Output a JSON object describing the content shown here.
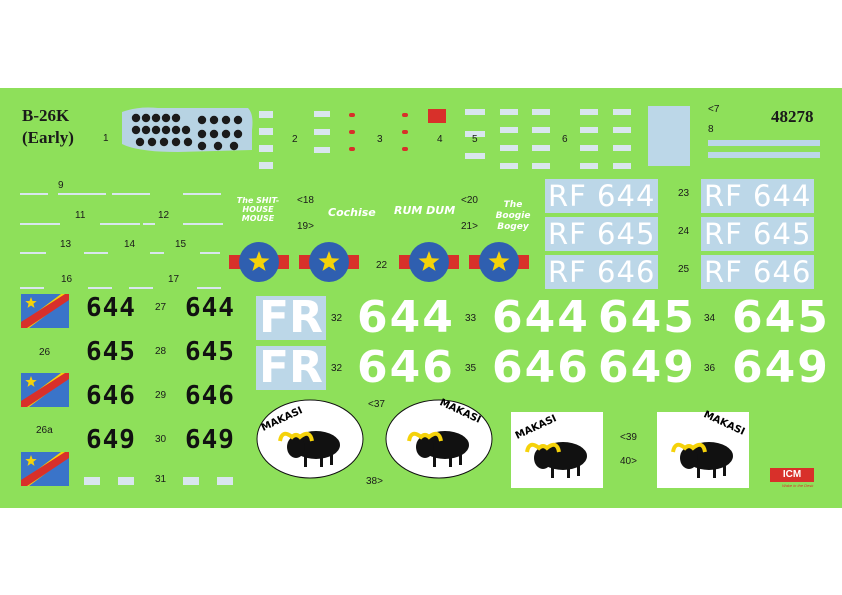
{
  "header": {
    "title_line1": "B-26K",
    "title_line2": "(Early)",
    "code": "48278"
  },
  "labels": {
    "n1": "1",
    "n2": "2",
    "n3": "3",
    "n4": "4",
    "n5": "5",
    "n6": "6",
    "n7": "<7",
    "n8": "8",
    "n9": "9",
    "n11": "11",
    "n12": "12",
    "n13": "13",
    "n14": "14",
    "n15": "15",
    "n16": "16",
    "n17": "17",
    "n18": "<18",
    "n19": "19>",
    "n20": "<20",
    "n21": "21>",
    "n22": "22",
    "n23": "23",
    "n24": "24",
    "n25": "25",
    "n26": "26",
    "n26a": "26a",
    "n27": "27",
    "n28": "28",
    "n29": "29",
    "n30": "30",
    "n31": "31",
    "n32a": "32",
    "n32b": "32",
    "n33": "33",
    "n34": "34",
    "n35": "35",
    "n36": "36",
    "n37": "<37",
    "n38": "38>",
    "n39": "<39",
    "n40": "40>"
  },
  "nose_art": {
    "art18": "The SHIT-HOUSE MOUSE",
    "art19": "Cochise",
    "art20": "RUM DUM",
    "art21": "The Boogie Bogey"
  },
  "serials": {
    "rf644": "RF 644",
    "rf645": "RF 645",
    "rf646": "RF 646"
  },
  "codes": {
    "fr": "FR",
    "n644": "644",
    "n645": "645",
    "n646": "646",
    "n649": "649"
  },
  "emblem": {
    "name": "MAKASI"
  },
  "brand": {
    "logo": "ICM",
    "tagline": "Wake in the Desk"
  },
  "colors": {
    "sheet": "#8ee05a",
    "decal_blue": "#bcd7e8",
    "flag_blue": "#3a74c9",
    "flag_red": "#d8302a",
    "flag_yellow": "#f5d20a"
  }
}
